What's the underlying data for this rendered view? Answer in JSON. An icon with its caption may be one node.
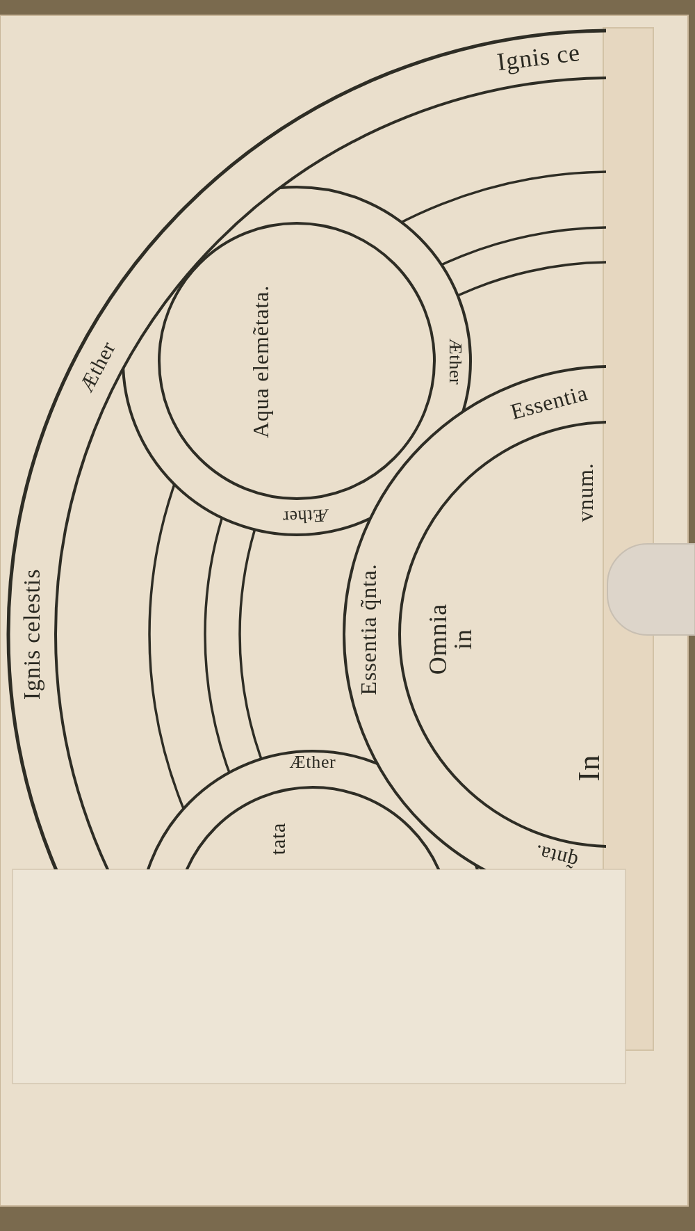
{
  "diagram": {
    "nodes": [
      {
        "text": [
          "Ignis ce",
          "Æther",
          "Ignis celestis"
        ]
      },
      {
        "text": [
          "Æther",
          "Æther"
        ],
        "in": 0
      },
      {
        "text": [
          "Aqua elemẽtata."
        ],
        "in": 1
      },
      {
        "text": [
          "Essentia",
          "Essentia q̃nta.",
          "q̃nta."
        ],
        "in": 0
      },
      {
        "text": [
          "Omnia in",
          "vnum.",
          "In"
        ],
        "in": 3
      },
      {
        "text": [
          "Æther"
        ],
        "in": 0
      },
      {
        "text": [
          "tata"
        ],
        "in": 5
      }
    ]
  }
}
